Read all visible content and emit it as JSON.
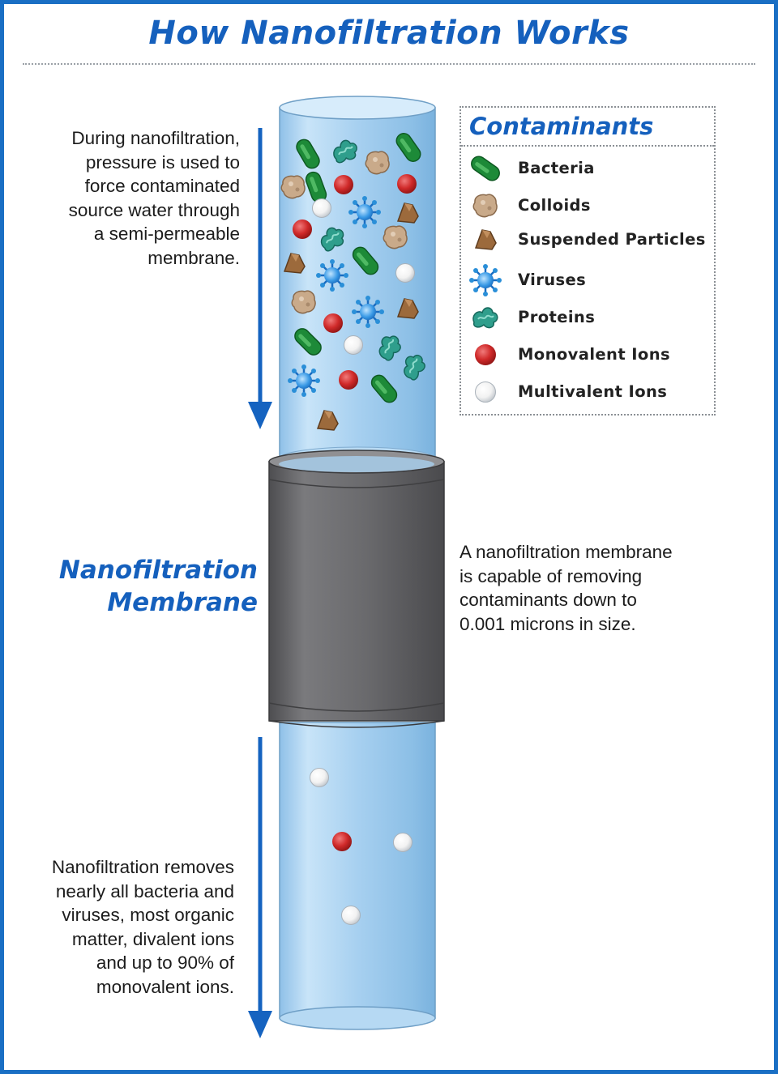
{
  "title": "How Nanofiltration Works",
  "notes": {
    "top_left": [
      "During nanofiltration,",
      "pressure is used to",
      "force contaminated",
      "source water through",
      "a semi-permeable",
      "membrane."
    ],
    "right": [
      "A nanofiltration membrane",
      "is capable of removing",
      "contaminants down to",
      "0.001 microns in size."
    ],
    "bottom_left": [
      "Nanofiltration removes",
      "nearly all bacteria and",
      "viruses, most organic",
      "matter, divalent ions",
      "and up to 90% of",
      "monovalent ions."
    ]
  },
  "membrane_label": [
    "Nanofiltration",
    "Membrane"
  ],
  "legend": {
    "title": "Contaminants",
    "items": [
      {
        "label": "Bacteria",
        "icon": "bacteria-icon"
      },
      {
        "label": "Colloids",
        "icon": "colloid-icon"
      },
      {
        "label": "Suspended Particles",
        "icon": "suspended-particle-icon"
      },
      {
        "label": "Viruses",
        "icon": "virus-icon"
      },
      {
        "label": "Proteins",
        "icon": "protein-icon"
      },
      {
        "label": "Monovalent Ions",
        "icon": "monovalent-ion-icon"
      },
      {
        "label": "Multivalent Ions",
        "icon": "multivalent-ion-icon"
      }
    ]
  },
  "colors": {
    "accent": "#1560bd",
    "frame": "#1a6fc4",
    "tube": "#a9d1f0",
    "membrane": "#6e6e70",
    "bacteria": "#1f8a3a",
    "colloid": "#c7a98a",
    "suspended": "#9b6a3c",
    "virus": "#2a8fd8",
    "protein": "#2f9e8e",
    "monovalent": "#cc2a2a",
    "multivalent": "#f4f4f4"
  }
}
